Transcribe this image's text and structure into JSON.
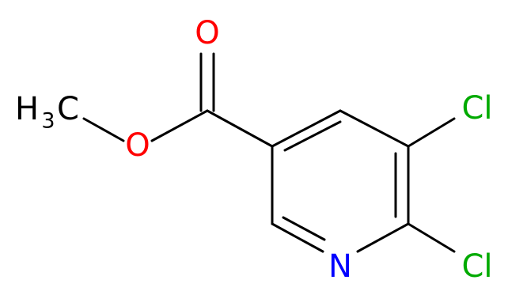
{
  "molecule": {
    "atoms": {
      "oxygen_carbonyl": {
        "label": "O",
        "color": "#ff0000"
      },
      "oxygen_ester": {
        "label": "O",
        "color": "#ff0000"
      },
      "methyl": {
        "label_h": "H",
        "label_sub": "3",
        "label_c": "C",
        "color": "#000000"
      },
      "chlorine_5": {
        "label": "Cl",
        "color": "#00aa00"
      },
      "chlorine_6": {
        "label": "Cl",
        "color": "#00aa00"
      },
      "nitrogen": {
        "label": "N",
        "color": "#0000ff"
      }
    }
  }
}
